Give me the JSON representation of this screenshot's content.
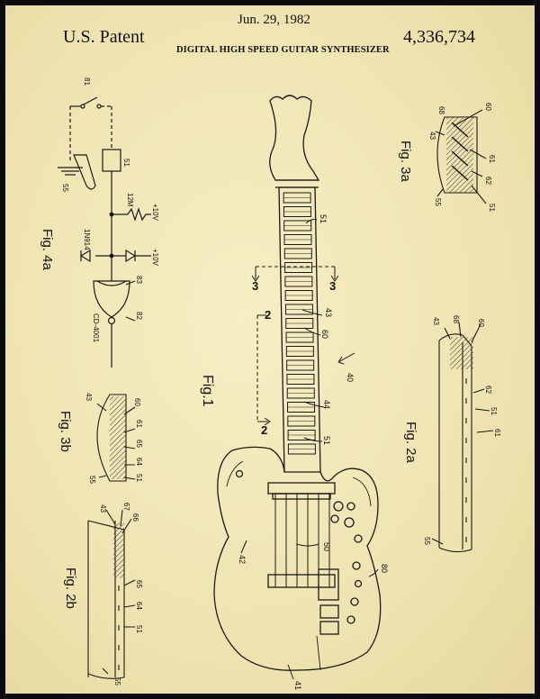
{
  "header": {
    "patent_label": "U.S. Patent",
    "date": "Jun. 29, 1982",
    "title": "DIGITAL HIGH SPEED GUITAR SYNTHESIZER",
    "patent_number": "4,336,734"
  },
  "figures": {
    "fig1": "Fig.1",
    "fig2a": "Fig. 2a",
    "fig2b": "Fig. 2b",
    "fig3a": "Fig. 3a",
    "fig3b": "Fig. 3b",
    "fig4a": "Fig. 4a"
  },
  "circuit": {
    "switch": "81",
    "contact": "51",
    "ground_ref": "55",
    "resistor": "12M",
    "supply_top": "+10V",
    "diode": "1N914",
    "supply_bottom": "+10V",
    "gate_ref": "83",
    "chip": "CD-4001",
    "out_ref": "82"
  },
  "fig1_refs": {
    "fret_top": "51",
    "section_3_left": "3",
    "section_3_right": "3",
    "ref_43": "43",
    "ref_60": "60",
    "section_2_top": "2",
    "section_2_bottom": "2",
    "ref_40": "40",
    "ref_44": "44",
    "ref_51_low": "51",
    "ref_50": "50",
    "ref_42": "42",
    "ref_80": "80",
    "ref_41": "41"
  },
  "fig3a_refs": [
    "60",
    "68",
    "43",
    "61",
    "62",
    "51",
    "55"
  ],
  "fig2a_refs": [
    "43",
    "68",
    "60",
    "62",
    "51",
    "61",
    "55"
  ],
  "fig3b_refs": [
    "43",
    "60",
    "61",
    "65",
    "64",
    "51",
    "55"
  ],
  "fig2b_refs": [
    "43",
    "67",
    "66",
    "65",
    "64",
    "51",
    "55"
  ]
}
